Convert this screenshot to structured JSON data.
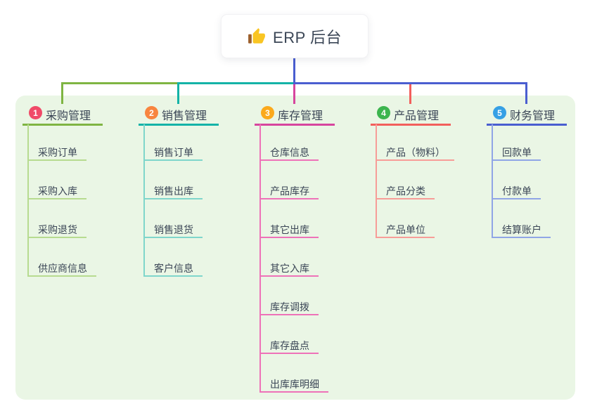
{
  "root": {
    "label": "ERP 后台",
    "icon": "thumbs-up-icon"
  },
  "theme": {
    "canvas_bg": "#ffffff",
    "panel_bg": "#eaf6e5",
    "text_color": "#3b4656",
    "root_stem_color": "#4a5ed0",
    "icon_hand_color": "#f9c523",
    "icon_cuff_color": "#9c5f2b"
  },
  "branches": [
    {
      "badge": "1",
      "label": "采购管理",
      "badge_color": "#f04a68",
      "line_color": "#7fb543",
      "child_line_color": "#b7db90",
      "children": [
        "采购订单",
        "采购入库",
        "采购退货",
        "供应商信息"
      ]
    },
    {
      "badge": "2",
      "label": "销售管理",
      "badge_color": "#f8853f",
      "line_color": "#14b3a7",
      "child_line_color": "#7fd6cb",
      "children": [
        "销售订单",
        "销售出库",
        "销售退货",
        "客户信息"
      ]
    },
    {
      "badge": "3",
      "label": "库存管理",
      "badge_color": "#fba91c",
      "line_color": "#d7459e",
      "child_line_color": "#ee72b8",
      "children": [
        "仓库信息",
        "产品库存",
        "其它出库",
        "其它入库",
        "库存调拨",
        "库存盘点",
        "出库库明细"
      ]
    },
    {
      "badge": "4",
      "label": "产品管理",
      "badge_color": "#3cb54e",
      "line_color": "#f25f5c",
      "child_line_color": "#f79d98",
      "children": [
        "产品（物料）",
        "产品分类",
        "产品单位"
      ]
    },
    {
      "badge": "5",
      "label": "财务管理",
      "badge_color": "#36a0e5",
      "line_color": "#4a5ed0",
      "child_line_color": "#90a5e6",
      "children": [
        "回款单",
        "付款单",
        "结算账户"
      ]
    }
  ]
}
